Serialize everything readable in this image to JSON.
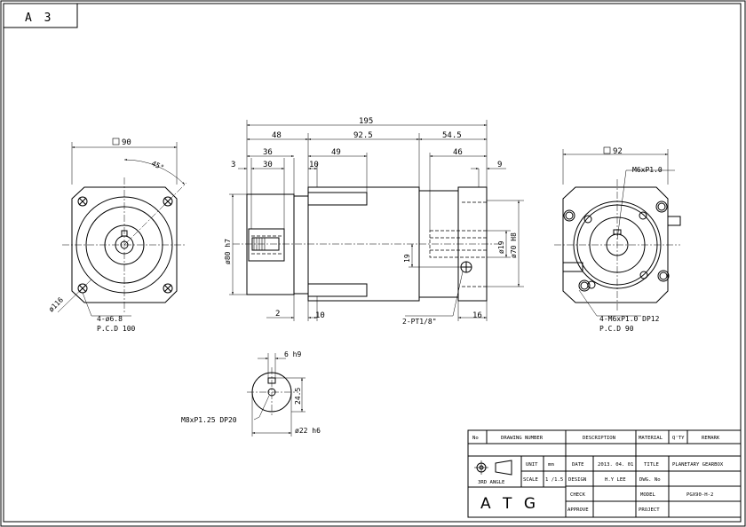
{
  "sheet": {
    "label": "A 3"
  },
  "front_view": {
    "square": "90",
    "angle": "45°",
    "diameter": "ø116",
    "holes": "4-ø6.8",
    "pcd": "P.C.D 100"
  },
  "side_view": {
    "overall": "195",
    "d48": "48",
    "d92_5": "92.5",
    "d54_5": "54.5",
    "d36": "36",
    "d30": "30",
    "d3": "3",
    "d10_top": "10",
    "d49": "49",
    "d46": "46",
    "d9": "9",
    "d19": "19",
    "phi80": "ø80 h7",
    "phi19": "ø19",
    "phi70": "ø70 H8",
    "d2": "2",
    "d10_bottom": "10",
    "d16": "16",
    "port": "2-PT1/8\""
  },
  "rear_view": {
    "square": "92",
    "thread_top": "M6xP1.0",
    "thread_holes": "4-M6xP1.0  DP12",
    "pcd": "P.C.D 90"
  },
  "shaft_detail": {
    "key": "6 h9",
    "key_height": "24.5",
    "thread": "M8xP1.25  DP20",
    "diameter": "ø22 h6"
  },
  "title_block": {
    "headers": [
      "No",
      "DRAWING NUMBER",
      "DESCRIPTION",
      "MATERIAL",
      "Q'TY",
      "REMARK"
    ],
    "projection": "3RD ANGLE",
    "unit_label": "UNIT",
    "unit_value": "mm",
    "scale_label": "SCALE",
    "scale_value": "1 /1.5",
    "date_label": "DATE",
    "date_value": "2013. 04. 01",
    "design_label": "DESIGN",
    "design_value": "H.Y LEE",
    "check_label": "CHECK",
    "approve_label": "APPROVE",
    "title_label": "TITLE",
    "title_value": "PLANETARY GEARBOX",
    "dwg_label": "DWG. No",
    "model_label": "MODEL",
    "model_value": "PGX90-H-2",
    "project_label": "PROJECT",
    "company": "A T G"
  }
}
